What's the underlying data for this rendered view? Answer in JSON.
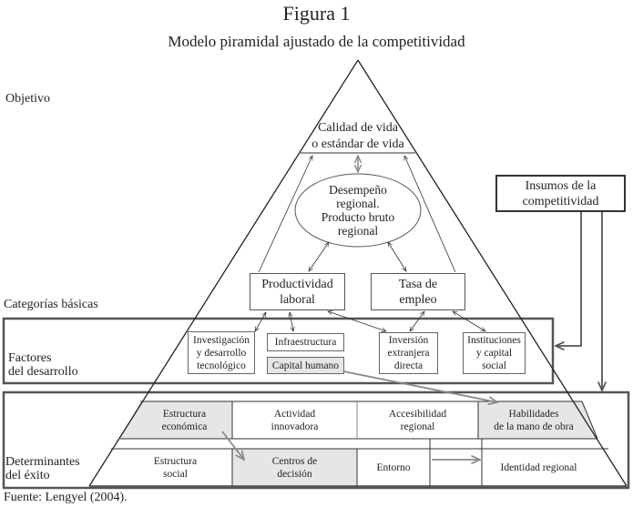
{
  "figure": {
    "title": "Figura 1",
    "subtitle": "Modelo piramidal ajustado de la competitividad",
    "source": "Fuente: Lengyel (2004)."
  },
  "side_labels": {
    "objetivo": "Objetivo",
    "categorias": "Categorías básicas",
    "factores": [
      "Factores",
      "del desarrollo"
    ],
    "determinantes": [
      "Determinantes",
      "del éxito"
    ]
  },
  "objective": {
    "line1": "Calidad de vida",
    "line2": "o estándar de vida"
  },
  "performance": [
    "Desempeño",
    "regional.",
    "Producto bruto",
    "regional"
  ],
  "basic_categories": [
    {
      "lines": [
        "Productividad",
        "laboral"
      ]
    },
    {
      "lines": [
        "Tasa de",
        "empleo"
      ]
    }
  ],
  "inputs_box": [
    "Insumos de la",
    "competitividad"
  ],
  "development_factors": [
    {
      "lines": [
        "Investigación",
        "y desarrollo",
        "tecnológico"
      ],
      "highlight": false
    },
    {
      "lines": [
        "Infraestructura"
      ],
      "highlight": false
    },
    {
      "lines": [
        "Capital humano"
      ],
      "highlight": true
    },
    {
      "lines": [
        "Inversión",
        "extranjera",
        "directa"
      ],
      "highlight": false
    },
    {
      "lines": [
        "Instituciones",
        "y capital",
        "social"
      ],
      "highlight": false
    }
  ],
  "success_determinants": {
    "row1": [
      {
        "lines": [
          "Estructura",
          "económica"
        ],
        "highlight": true
      },
      {
        "lines": [
          "Actividad",
          "innovadora"
        ],
        "highlight": false
      },
      {
        "lines": [
          "Accesibilidad",
          "regional"
        ],
        "highlight": false
      },
      {
        "lines": [
          "Habilidades",
          "de la mano de obra"
        ],
        "highlight": true
      }
    ],
    "row2": [
      {
        "lines": [
          "Estructura",
          "social"
        ],
        "highlight": false
      },
      {
        "lines": [
          "Centros de",
          "decisión"
        ],
        "highlight": true
      },
      {
        "lines": [
          "Entorno"
        ],
        "highlight": false
      },
      {
        "lines": [
          "Identidad regional"
        ],
        "highlight": false
      }
    ]
  },
  "colors": {
    "line": "#222222",
    "frame": "#555555",
    "highlight_fill": "#e6e6e6",
    "gray_arrow": "#8a8a8a"
  }
}
